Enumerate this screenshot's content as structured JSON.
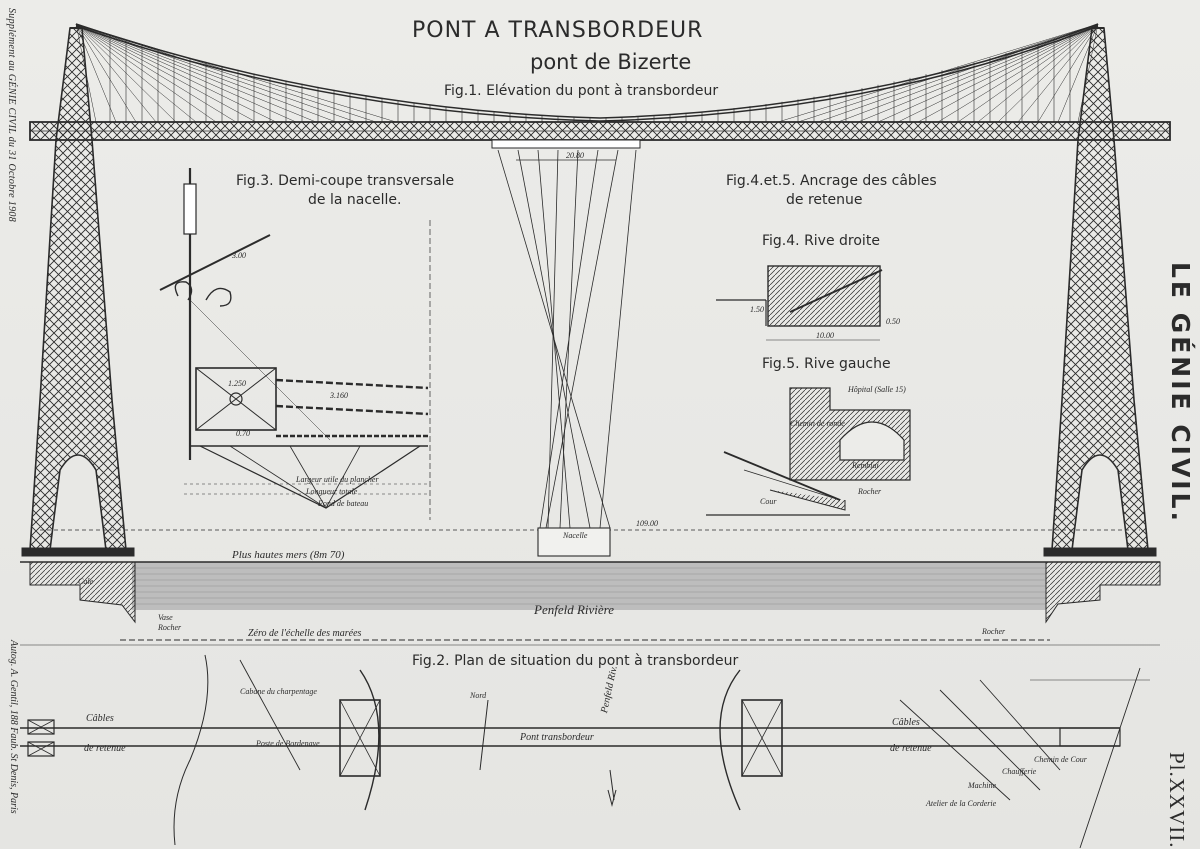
{
  "title": "PONT A TRANSBORDEUR",
  "subtitle": "pont de Bizerte",
  "journal": "LE GÉNIE CIVIL.",
  "plate": "Pl.XXVII.",
  "margin_notes": {
    "supplement": "Supplément au GÉNIE CIVIL du 31 Octobre 1908",
    "printer": "Autog. A. Gentil, 188 Faub. St Denis, Paris"
  },
  "figures": {
    "fig1": "Fig.1. Elévation du pont à transbordeur",
    "fig3_line1": "Fig.3. Demi-coupe transversale",
    "fig3_line2": "de la nacelle.",
    "fig45_line1": "Fig.4.et.5. Ancrage des câbles",
    "fig45_line2": "de retenue",
    "fig4": "Fig.4. Rive droite",
    "fig5": "Fig.5. Rive gauche",
    "fig2": "Fig.2. Plan de situation du pont à transbordeur"
  },
  "elevation_labels": {
    "high_tide": "Plus hautes mers (8m 70)",
    "river": "Penfeld  Rivière",
    "tide_zero": "Zéro de l'échelle des marées",
    "cale": "Cale",
    "vase": "Vase",
    "rocher_left": "Rocher",
    "rocher_right": "Rocher",
    "nacelle": "Nacelle",
    "span_dim": "20.80",
    "clearance_dim": "109.00"
  },
  "fig3_labels": {
    "d1": "3.00",
    "d2": "1.250",
    "d3": "3.160",
    "d4": "0.70",
    "largeur": "Largeur utile du plancher",
    "longueur": "Longueur totale",
    "fond": "Fond de bateau"
  },
  "fig4_labels": {
    "d1": "10.00",
    "d2": "1.50",
    "d3": "0.50"
  },
  "fig5_labels": {
    "hopital": "Hôpital (Salle 15)",
    "chemin": "Chemin de ronde",
    "remblai": "Remblai",
    "rocher": "Rocher",
    "cour": "Cour"
  },
  "plan_labels": {
    "cables_left": "Câbles",
    "retenue_left": "de retenue",
    "cabane": "Cabane du charpentage",
    "poste": "Poste de Bordenave",
    "nord": "Nord",
    "pont": "Pont transbordeur",
    "penfeld": "Penfeld Riv.",
    "cables_right": "Câbles",
    "retenue_right": "de retenue",
    "atelier": "Atelier de la Corderie",
    "machine": "Machine",
    "chaufferie": "Chaufferie",
    "chemin": "Chemin de Cour"
  },
  "colors": {
    "ink": "#2b2b2b",
    "paper": "#e9e9e6",
    "water": "#bcbcbc"
  }
}
